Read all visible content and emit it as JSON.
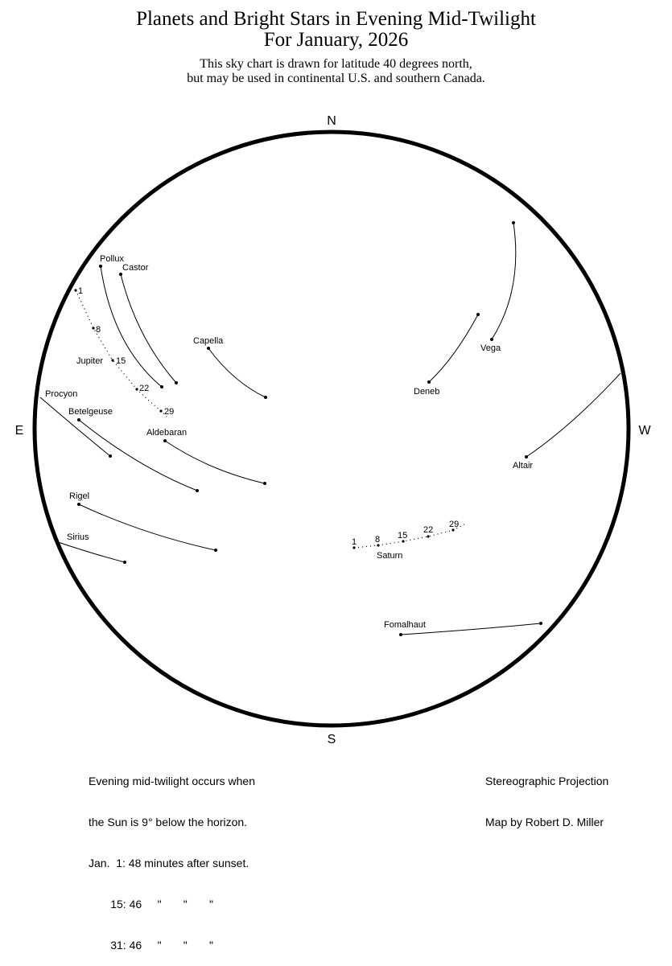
{
  "header": {
    "title_line1": "Planets and Bright Stars in Evening Mid-Twilight",
    "title_line2": "For January, 2026",
    "subtitle_line1": "This sky chart is drawn for latitude 40 degrees north,",
    "subtitle_line2": "but may be used in continental U.S. and southern Canada."
  },
  "compass": {
    "north": "N",
    "south": "S",
    "east": "E",
    "west": "W"
  },
  "stars": [
    {
      "name": "Pollux",
      "key": "pollux"
    },
    {
      "name": "Castor",
      "key": "castor"
    },
    {
      "name": "Capella",
      "key": "capella"
    },
    {
      "name": "Procyon",
      "key": "procyon"
    },
    {
      "name": "Betelgeuse",
      "key": "betelgeuse"
    },
    {
      "name": "Aldebaran",
      "key": "aldebaran"
    },
    {
      "name": "Rigel",
      "key": "rigel"
    },
    {
      "name": "Sirius",
      "key": "sirius"
    },
    {
      "name": "Vega",
      "key": "vega"
    },
    {
      "name": "Deneb",
      "key": "deneb"
    },
    {
      "name": "Altair",
      "key": "altair"
    },
    {
      "name": "Fomalhaut",
      "key": "fomalhaut"
    }
  ],
  "planets": [
    {
      "name": "Jupiter",
      "dates": [
        "1",
        "8",
        "15",
        "22",
        "29"
      ]
    },
    {
      "name": "Saturn",
      "dates": [
        "1",
        "8",
        "15",
        "22",
        "29"
      ]
    }
  ],
  "footer": {
    "left": [
      "Evening mid-twilight occurs when",
      "the Sun is 9° below the horizon.",
      "Jan.  1: 48 minutes after sunset.",
      "       15: 46     \"       \"       \"",
      "       31: 46     \"       \"       \""
    ],
    "right": [
      "Stereographic Projection",
      "Map by Robert D. Miller"
    ]
  }
}
